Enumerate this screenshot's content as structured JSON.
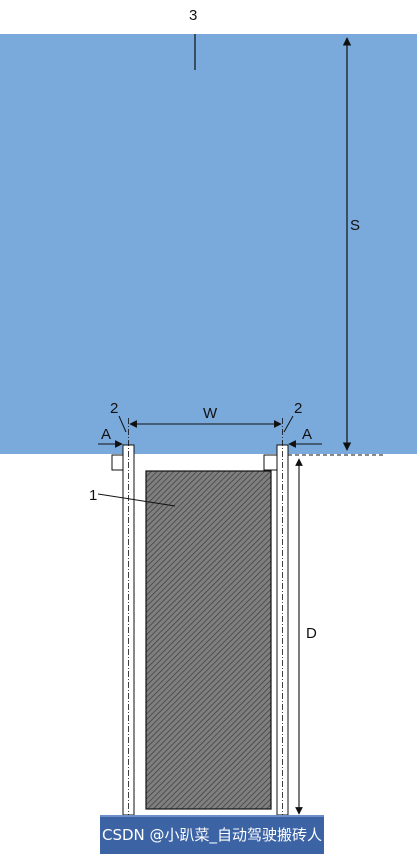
{
  "labels": {
    "region": "3",
    "distance_s": "S",
    "width_w": "W",
    "gap_a_left": "A",
    "gap_a_right": "A",
    "wall_left": "2",
    "wall_right": "2",
    "inner_block": "1",
    "depth_d": "D"
  },
  "watermark": "CSDN @小趴菜_自动驾驶搬砖人",
  "colors": {
    "region_fill": "#7aa9dc",
    "base_fill": "#3c63a4",
    "hatch_fill": "#8c8c8c",
    "line": "#111111"
  }
}
